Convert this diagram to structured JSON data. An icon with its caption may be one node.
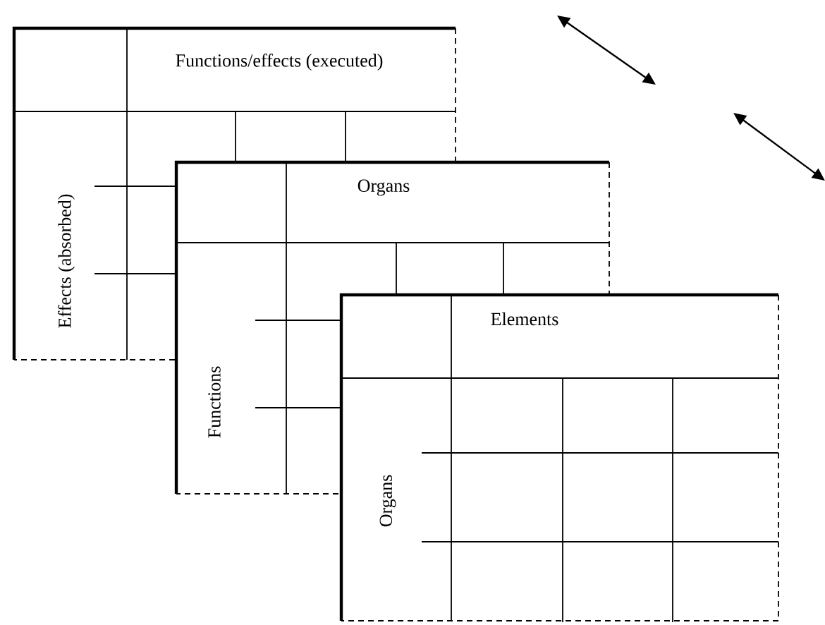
{
  "diagram": {
    "nodes": [
      {
        "text": [
          "Functions/effects (executed)",
          "Effects (absorbed)"
        ]
      },
      {
        "text": [
          "Organs",
          "Functions"
        ]
      },
      {
        "text": [
          "Elements",
          "Organs"
        ]
      }
    ]
  }
}
